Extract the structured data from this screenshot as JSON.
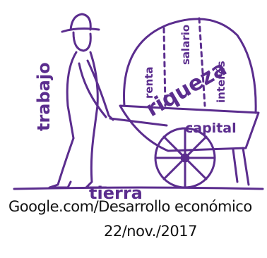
{
  "illustration": {
    "labels": {
      "work": "trabajo",
      "land": "tierra",
      "wealth": "riqueza",
      "capital": "capital",
      "rent": "renta",
      "salary": "salario",
      "interest": "interés"
    },
    "ink_color": "#5b2d8e"
  },
  "caption": {
    "source": "Google.com/Desarrollo económico",
    "date": "22/nov./2017"
  }
}
